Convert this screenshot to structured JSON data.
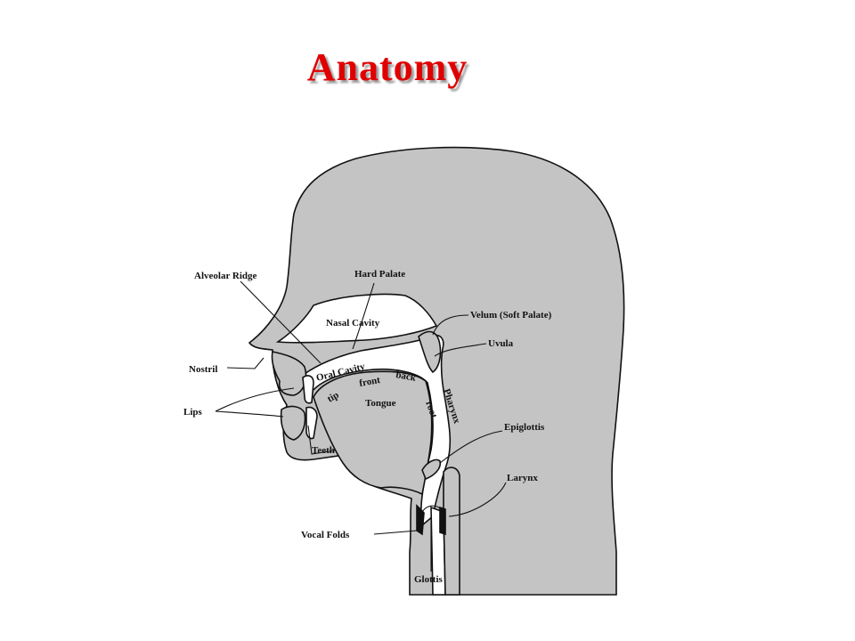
{
  "title": "Anatomy",
  "labels": {
    "alveolar_ridge": "Alveolar Ridge",
    "hard_palate": "Hard Palate",
    "nasal_cavity": "Nasal Cavity",
    "velum": "Velum (Soft Palate)",
    "uvula": "Uvula",
    "nostril": "Nostril",
    "oral_cavity": "Oral Cavity",
    "lips": "Lips",
    "tip": "tip",
    "front": "front",
    "back": "back",
    "tongue": "Tongue",
    "root": "root",
    "pharynx": "Pharynx",
    "epiglottis": "Epiglottis",
    "teeth": "Teeth",
    "larynx": "Larynx",
    "vocal_folds": "Vocal Folds",
    "glottis": "Glottis"
  },
  "colors": {
    "title": "#e00000",
    "tissue": "#c4c4c4",
    "outline": "#111111"
  }
}
